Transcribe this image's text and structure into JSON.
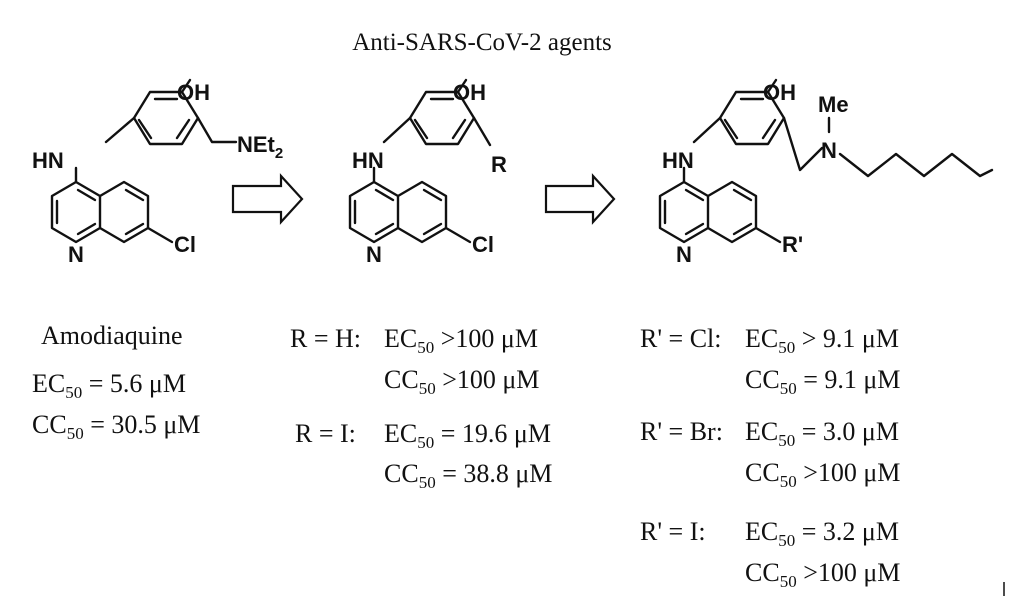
{
  "title": "Anti-SARS-CoV-2 agents",
  "compounds": [
    {
      "name": "Amodiaquine",
      "atoms": {
        "oh": "OH",
        "amine": "NEt",
        "amine_sub": "2",
        "nh": "HN",
        "n": "N",
        "x": "Cl"
      },
      "data": [
        {
          "label": "",
          "metric": "EC",
          "sub": "50",
          "value": "= 5.6 μM"
        },
        {
          "label": "",
          "metric": "CC",
          "sub": "50",
          "value": "= 30.5 μM"
        }
      ]
    },
    {
      "name": "",
      "atoms": {
        "oh": "OH",
        "r": "R",
        "nh": "HN",
        "n": "N",
        "x": "Cl"
      },
      "data": [
        {
          "label": "R = H:",
          "metric": "EC",
          "sub": "50",
          "value": ">100 μM"
        },
        {
          "label": "",
          "metric": "CC",
          "sub": "50",
          "value": ">100 μM"
        },
        {
          "label": "R = I:",
          "metric": "EC",
          "sub": "50",
          "value": "= 19.6 μM"
        },
        {
          "label": "",
          "metric": "CC",
          "sub": "50",
          "value": " = 38.8 μM"
        }
      ]
    },
    {
      "name": "",
      "atoms": {
        "oh": "OH",
        "me": "Me",
        "n_amine": "N",
        "nh": "HN",
        "n": "N",
        "x": "R'"
      },
      "data": [
        {
          "label": "R' = Cl:",
          "metric": "EC",
          "sub": "50",
          "value": "> 9.1 μM"
        },
        {
          "label": "",
          "metric": "CC",
          "sub": "50",
          "value": "= 9.1 μM"
        },
        {
          "label": "R' = Br:",
          "metric": "EC",
          "sub": "50",
          "value": "= 3.0 μM"
        },
        {
          "label": "",
          "metric": "CC",
          "sub": "50",
          "value": ">100 μM"
        },
        {
          "label": "R' = I:",
          "metric": "EC",
          "sub": "50",
          "value": "= 3.2 μM"
        },
        {
          "label": "",
          "metric": "CC",
          "sub": "50",
          "value": ">100 μM"
        }
      ]
    }
  ]
}
